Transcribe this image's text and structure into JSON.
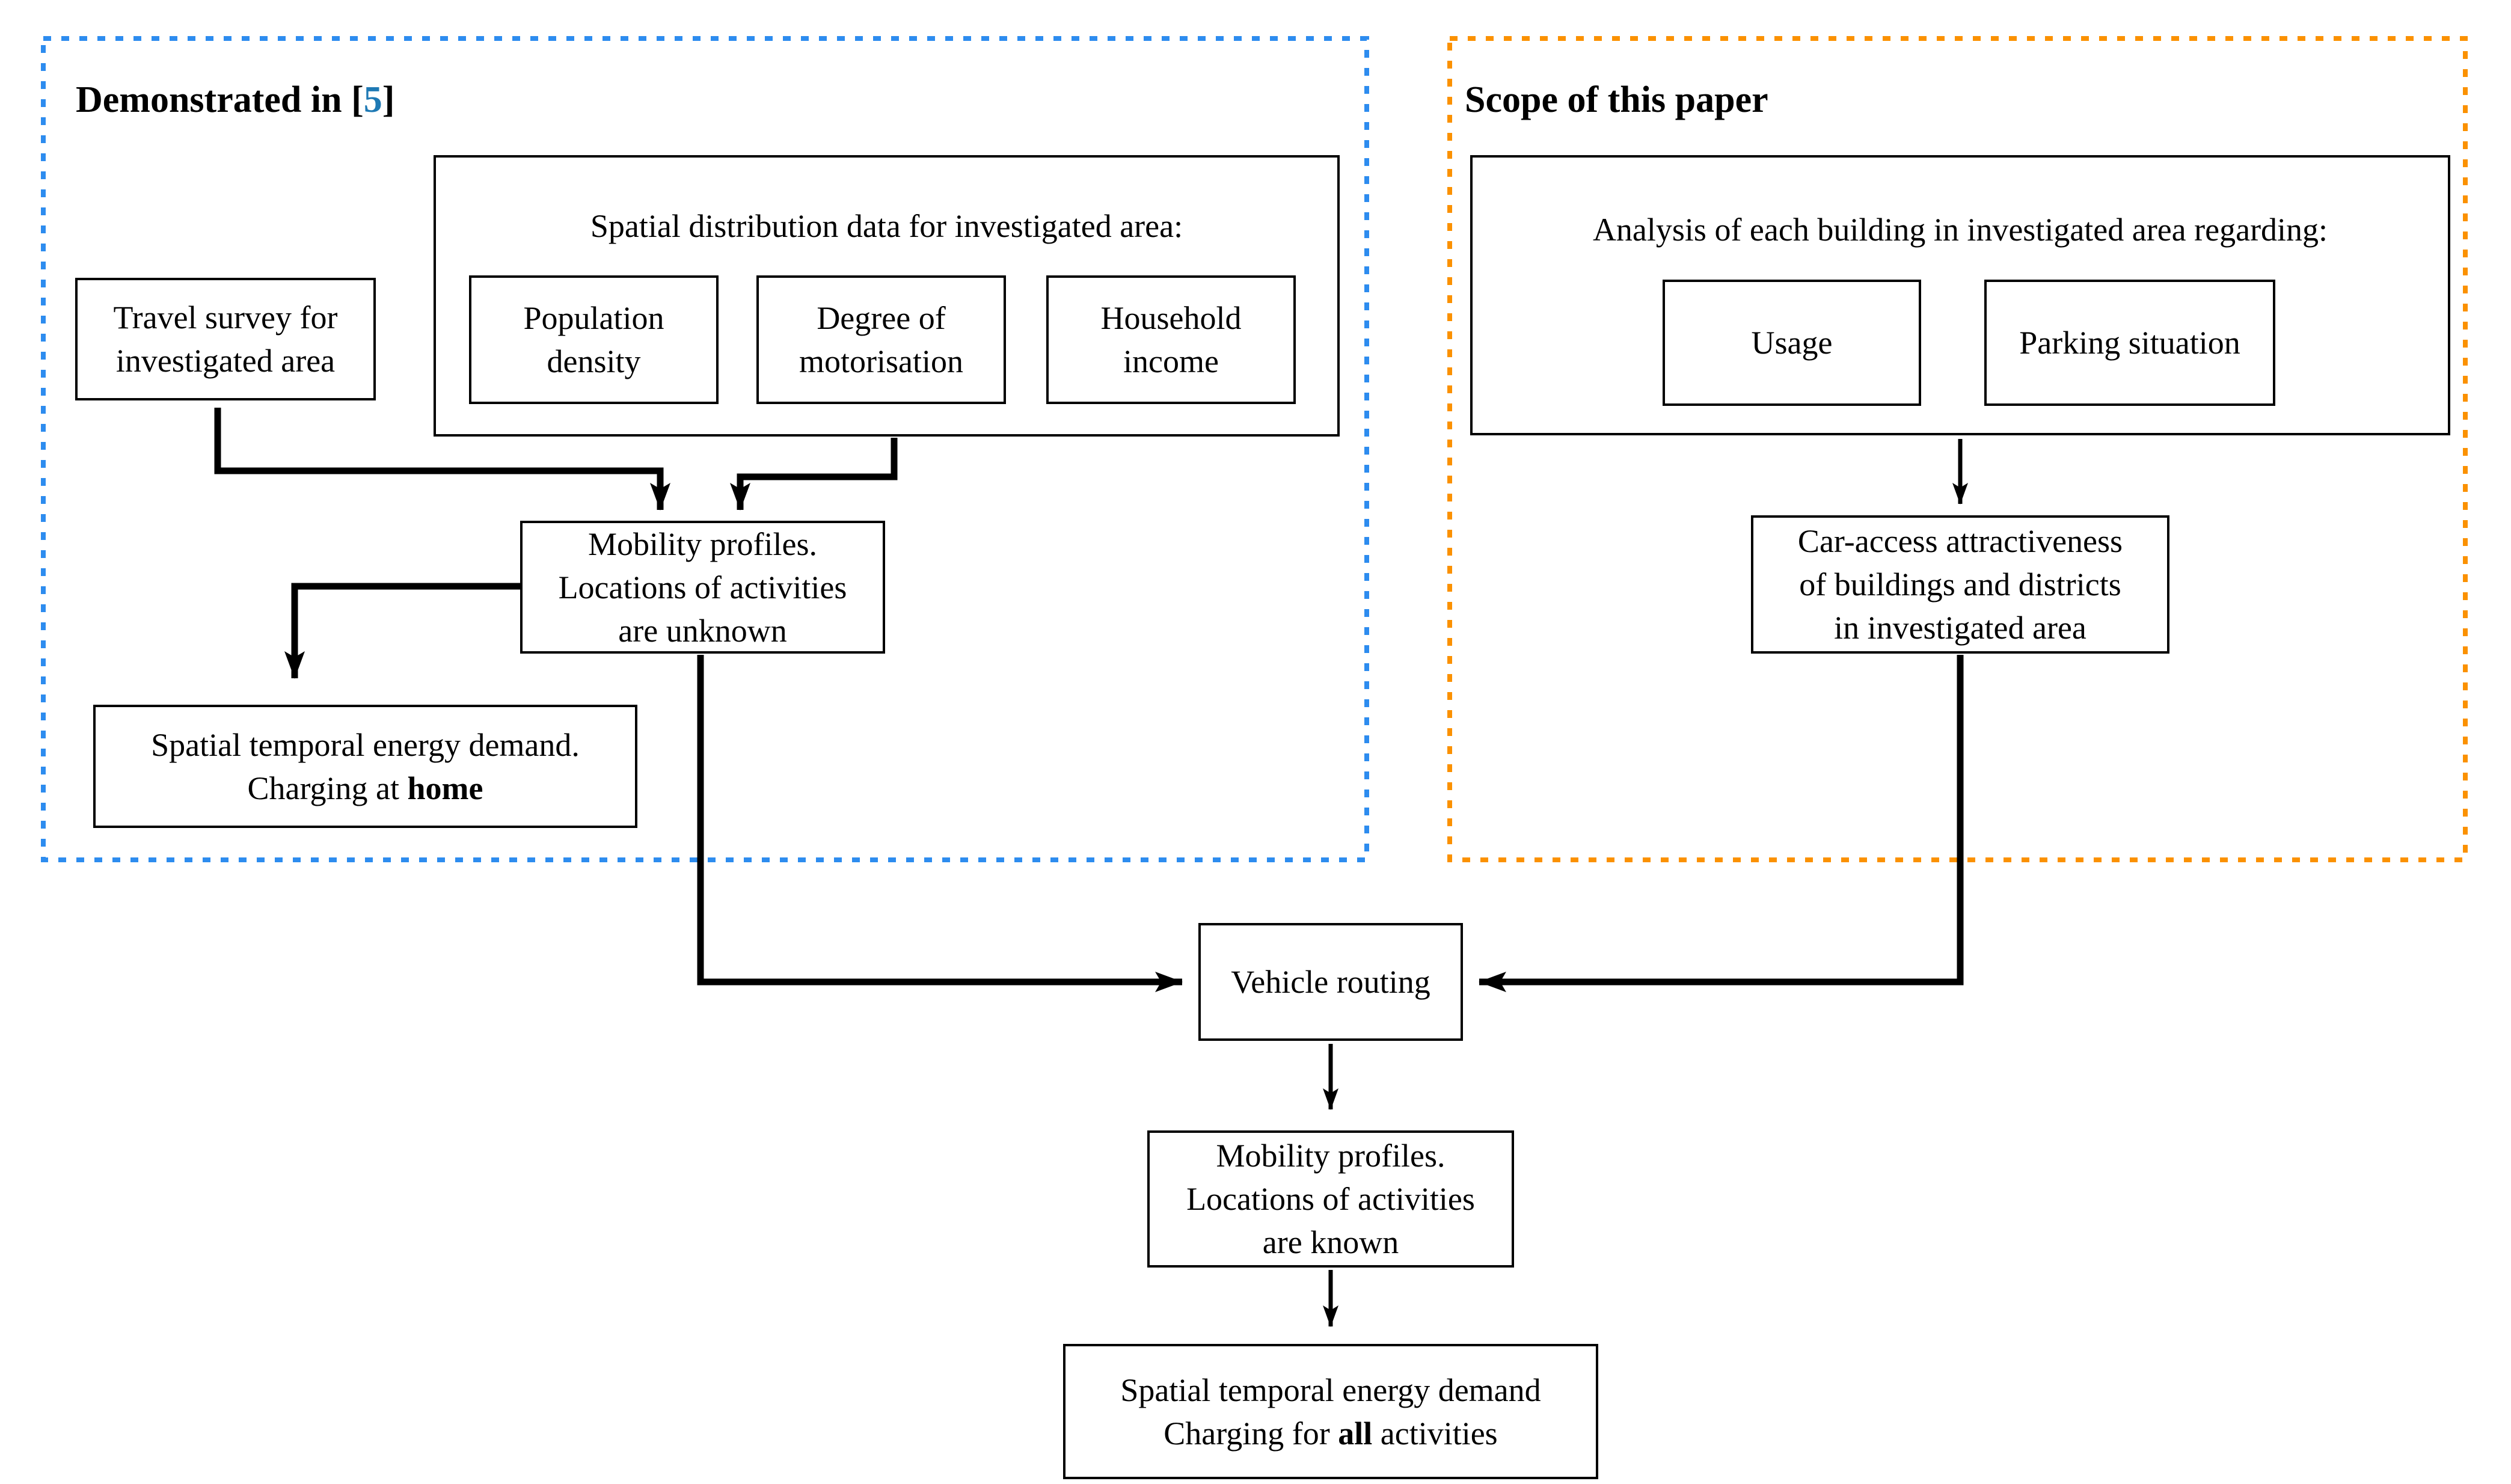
{
  "colors": {
    "demonstrated_border": "#2D8CEF",
    "scope_border": "#FB9100",
    "citation": "#1E79B4",
    "line": "#000000"
  },
  "demonstrated_panel": {
    "header_pre": "Demonstrated in [",
    "header_citation": "5",
    "header_post": "]",
    "travel_survey_box": {
      "line1": "Travel survey for",
      "line2": "investigated area"
    },
    "spatial_distribution_group": {
      "title": "Spatial distribution data for investigated area:",
      "items": [
        {
          "line1": "Population",
          "line2": "density"
        },
        {
          "line1": "Degree of",
          "line2": "motorisation"
        },
        {
          "line1": "Household",
          "line2": "income"
        }
      ]
    },
    "mobility_unknown_box": {
      "line1": "Mobility profiles.",
      "line2": "Locations of activities",
      "line3": "are unknown"
    },
    "energy_home_box": {
      "line1": "Spatial temporal energy demand.",
      "line2_pre": "Charging at ",
      "line2_bold": "home",
      "line2_post": ""
    }
  },
  "scope_panel": {
    "header": "Scope of this paper",
    "analysis_group": {
      "title": "Analysis of each building in investigated area regarding:",
      "items": [
        {
          "label": "Usage"
        },
        {
          "label": "Parking situation"
        }
      ]
    },
    "car_access_box": {
      "line1": "Car-access attractiveness",
      "line2": "of buildings and districts",
      "line3": "in investigated area"
    }
  },
  "shared_flow": {
    "vehicle_routing_box": "Vehicle routing",
    "mobility_known_box": {
      "line1": "Mobility profiles.",
      "line2": "Locations of activities",
      "line3": "are known"
    },
    "energy_all_box": {
      "line1": "Spatial temporal energy demand",
      "line2_pre": "Charging for ",
      "line2_bold": "all",
      "line2_post": " activities"
    }
  }
}
